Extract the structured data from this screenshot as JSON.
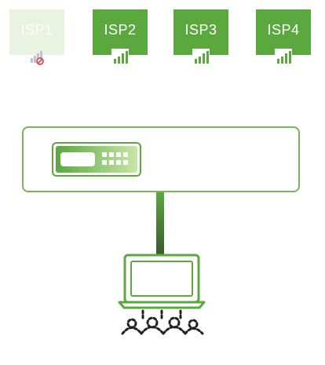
{
  "isps": [
    {
      "label": "ISP1",
      "status": "inactive",
      "signal_icon": "signal-blocked-icon"
    },
    {
      "label": "ISP2",
      "status": "active",
      "signal_icon": "signal-full-icon"
    },
    {
      "label": "ISP3",
      "status": "active",
      "signal_icon": "signal-full-icon"
    },
    {
      "label": "ISP4",
      "status": "active",
      "signal_icon": "signal-full-icon"
    }
  ],
  "colors": {
    "active_green": "#5aa83e",
    "inactive_green": "#e9f3e1",
    "border_green": "#7ab45a",
    "blocked_red": "#e0454a"
  }
}
